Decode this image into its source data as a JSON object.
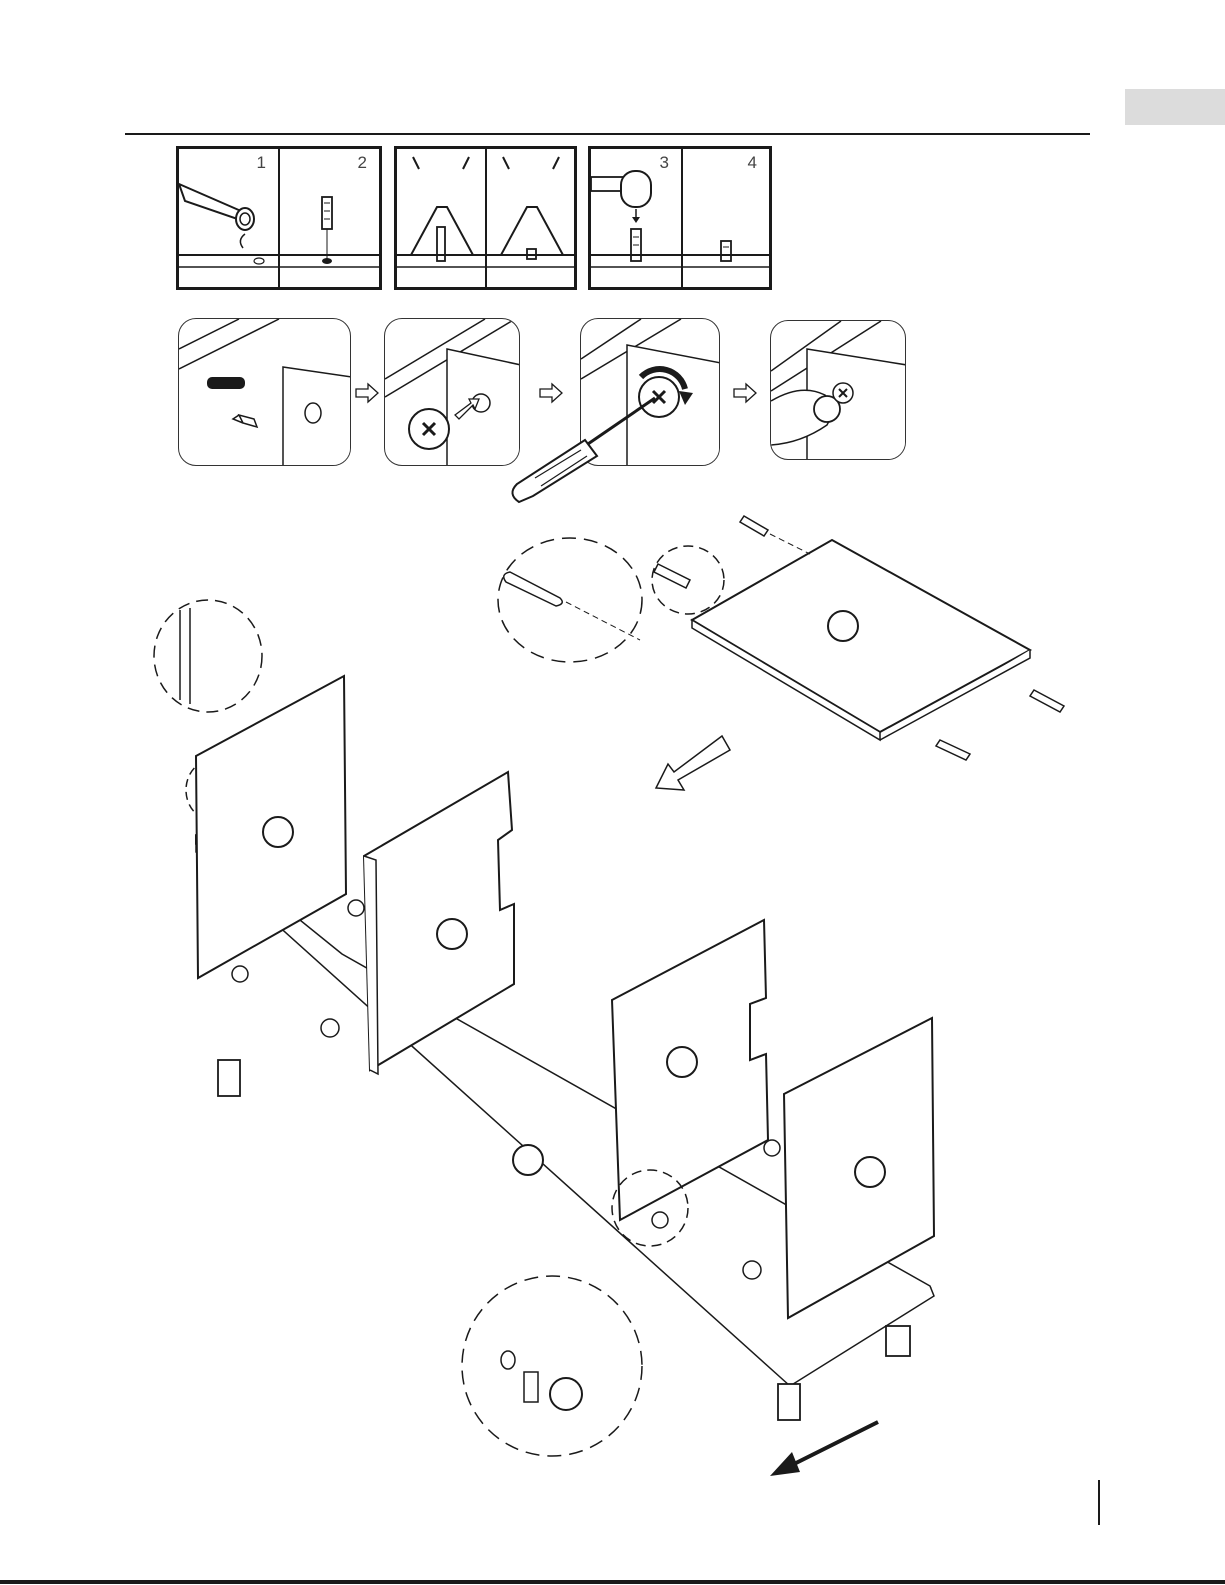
{
  "header": {
    "tab_label": ""
  },
  "dowel_panels": [
    {
      "number": "1"
    },
    {
      "number": "2"
    },
    {
      "number": "3"
    },
    {
      "number": "4"
    }
  ],
  "part_labels": [
    "",
    "",
    "",
    "",
    "",
    ""
  ],
  "icons": [
    "glue-bottle-icon",
    "dowel-icon",
    "hammer-icon",
    "cam-bolt-icon",
    "cam-lock-icon",
    "screwdriver-icon",
    "cap-icon",
    "arrow-icon"
  ],
  "colors": {
    "ink": "#1a1a1a",
    "tab": "#dcdcdc"
  }
}
